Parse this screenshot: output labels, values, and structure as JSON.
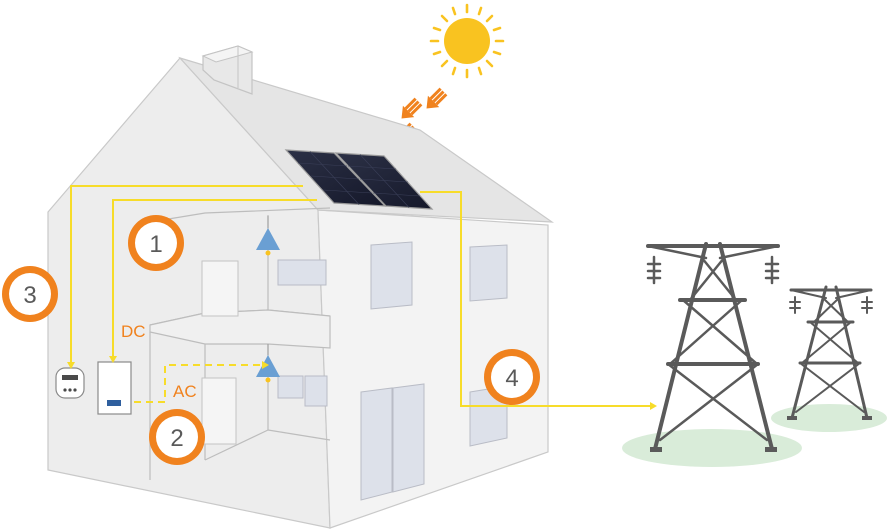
{
  "labels": {
    "dc": "DC",
    "ac": "AC"
  },
  "steps": [
    {
      "number": "1",
      "icon": "solar-panel-icon"
    },
    {
      "number": "2",
      "icon": "inverter-icon"
    },
    {
      "number": "3",
      "icon": "meter-icon"
    },
    {
      "number": "4",
      "icon": "grid-icon"
    }
  ],
  "colors": {
    "step_ring": "#f0821e",
    "wire": "#f7dc2a",
    "sun": "#f9c320",
    "sunlight_arrow": "#f0821e",
    "house_wall": "#ececec",
    "house_roof": "#e6e6e6",
    "solar_panel": "#1f2233",
    "window": "#dde1ea",
    "tower": "#5a5a5a",
    "ground": "#d9ecd9"
  }
}
